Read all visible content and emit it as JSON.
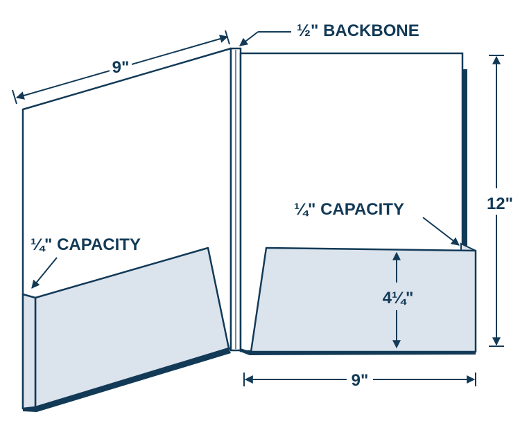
{
  "labels": {
    "backbone": "½\" BACKBONE",
    "left_width": "9\"",
    "bottom_width": "9\"",
    "height": "12\"",
    "pocket_height": "4¼\"",
    "left_capacity": "¼\" CAPACITY",
    "right_capacity": "¼\" CAPACITY"
  },
  "colors": {
    "outline": "#123a57",
    "pocket_fill": "#dbe3ec",
    "panel_fill": "#ffffff"
  }
}
